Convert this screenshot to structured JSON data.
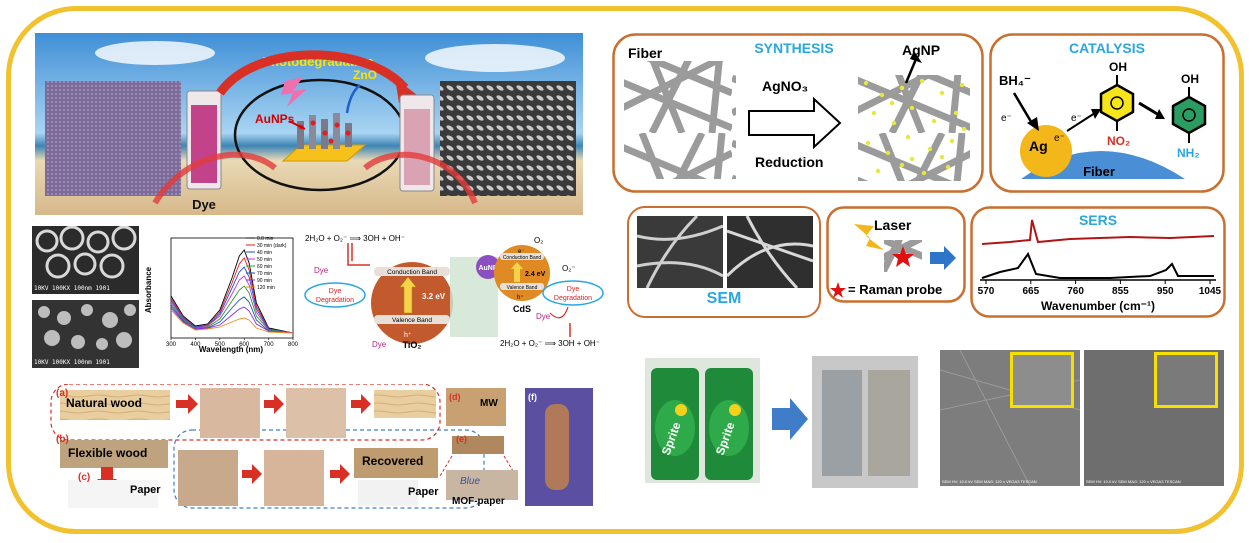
{
  "colors": {
    "frame": "#f2c12e",
    "panel_border": "#c96f2f",
    "title_blue": "#2aa7df",
    "arrow_red": "#d93025",
    "arrow_blue": "#2e74c9",
    "gold": "#f4b719",
    "fiber_blue": "#4a8fd6"
  },
  "photodeg": {
    "title": "Photodegradation",
    "zno": "ZnO",
    "aunps": "AuNPs",
    "dye": "Dye"
  },
  "sem_small": {
    "top_caption": "10KV  100KX  100nm 1901",
    "bottom_caption": "10KV  100KX  100nm 1901"
  },
  "chart_data": {
    "type": "line",
    "xlabel": "Wavelength (nm)",
    "ylabel": "Absorbance",
    "xlim": [
      300,
      800
    ],
    "xticks": [
      300,
      400,
      500,
      600,
      700,
      800
    ],
    "series": [
      {
        "name": "0.0 min",
        "color": "#000000",
        "x": [
          300,
          350,
          400,
          450,
          500,
          550,
          580,
          600,
          620,
          650,
          700,
          800
        ],
        "y": [
          0.42,
          0.22,
          0.12,
          0.14,
          0.28,
          0.6,
          0.82,
          0.88,
          0.75,
          0.35,
          0.1,
          0.05
        ]
      },
      {
        "name": "30 min (dark)",
        "color": "#e0201b",
        "x": [
          300,
          350,
          400,
          450,
          500,
          550,
          580,
          600,
          620,
          650,
          700,
          800
        ],
        "y": [
          0.4,
          0.21,
          0.11,
          0.13,
          0.26,
          0.55,
          0.74,
          0.8,
          0.68,
          0.32,
          0.09,
          0.05
        ]
      },
      {
        "name": "40 min",
        "color": "#1f4fd6",
        "x": [
          300,
          350,
          400,
          450,
          500,
          550,
          580,
          600,
          620,
          650,
          700,
          800
        ],
        "y": [
          0.38,
          0.2,
          0.11,
          0.12,
          0.24,
          0.5,
          0.66,
          0.71,
          0.61,
          0.29,
          0.09,
          0.05
        ]
      },
      {
        "name": "50 min",
        "color": "#c13bd1",
        "x": [
          300,
          350,
          400,
          450,
          500,
          550,
          580,
          600,
          620,
          650,
          700,
          800
        ],
        "y": [
          0.36,
          0.19,
          0.1,
          0.12,
          0.22,
          0.44,
          0.58,
          0.62,
          0.53,
          0.26,
          0.08,
          0.05
        ]
      },
      {
        "name": "60 min",
        "color": "#2e9c2e",
        "x": [
          300,
          350,
          400,
          450,
          500,
          550,
          580,
          600,
          620,
          650,
          700,
          800
        ],
        "y": [
          0.34,
          0.18,
          0.1,
          0.11,
          0.19,
          0.37,
          0.48,
          0.52,
          0.45,
          0.22,
          0.08,
          0.05
        ]
      },
      {
        "name": "70 min",
        "color": "#2255aa",
        "x": [
          300,
          350,
          400,
          450,
          500,
          550,
          580,
          600,
          620,
          650,
          700,
          800
        ],
        "y": [
          0.32,
          0.17,
          0.09,
          0.1,
          0.16,
          0.3,
          0.38,
          0.41,
          0.36,
          0.18,
          0.07,
          0.05
        ]
      },
      {
        "name": "90 min",
        "color": "#8a2be2",
        "x": [
          300,
          350,
          400,
          450,
          500,
          550,
          580,
          600,
          620,
          650,
          700,
          800
        ],
        "y": [
          0.3,
          0.16,
          0.09,
          0.1,
          0.13,
          0.23,
          0.29,
          0.31,
          0.27,
          0.14,
          0.07,
          0.05
        ]
      },
      {
        "name": "120 min",
        "color": "#f08a1c",
        "x": [
          300,
          350,
          400,
          450,
          500,
          550,
          580,
          600,
          620,
          650,
          700,
          800
        ],
        "y": [
          0.28,
          0.15,
          0.08,
          0.09,
          0.11,
          0.16,
          0.19,
          0.2,
          0.18,
          0.1,
          0.06,
          0.05
        ]
      }
    ]
  },
  "band": {
    "top_eq": "2H₂O + O₂⁻ ⟹ 3OH + OH⁻",
    "bottom_eq": "2H₂O + O₂⁻ ⟹ 3OH + OH⁻",
    "o2": "O₂",
    "o2_radical": "O₂⁻",
    "dye": "Dye",
    "dye_degradation": "Dye\nDegradation",
    "conduction_band": "Conduction Band",
    "valence_band": "Valence Band",
    "gap_tio2": "3.2 eV",
    "gap_cds": "2.4 eV",
    "tio2": "TiO₂",
    "cds": "CdS",
    "aunp": "AuNP",
    "electron": "e⁻",
    "hole": "h⁺"
  },
  "wood": {
    "a": "(a)",
    "b": "(b)",
    "c": "(c)",
    "d": "(d)",
    "e": "(e)",
    "f": "(f)",
    "natural": "Natural wood",
    "flexible": "Flexible wood",
    "recovered": "Recovered",
    "paper": "Paper",
    "paper2": "Paper",
    "mw": "MW",
    "mof_paper": "MOF-paper",
    "handwriting": "Blue"
  },
  "synthesis": {
    "fiber": "Fiber",
    "title": "SYNTHESIS",
    "agno3": "AgNO₃",
    "reduction": "Reduction",
    "agnp": "AgNP"
  },
  "catalysis": {
    "title": "CATALYSIS",
    "bh4": "BH₄⁻",
    "e1": "e⁻",
    "e2": "e⁻",
    "ag": "Ag",
    "ag_e": "e⁻",
    "oh1": "OH",
    "no2": "NO₂",
    "oh2": "OH",
    "nh2": "NH₂",
    "fiber": "Fiber"
  },
  "sem_panel": {
    "label": "SEM"
  },
  "laser_panel": {
    "laser": "Laser",
    "raman": "= Raman probe"
  },
  "sers": {
    "title": "SERS",
    "xlabel": "Wavenumber (cm⁻¹)",
    "ticks": [
      "570",
      "665",
      "760",
      "855",
      "950",
      "1045"
    ]
  },
  "cans": {
    "brand": "Sprite"
  },
  "sem_bottom": {
    "cap1": "SEM HV: 10.0 kV   SEM MAG: 120 x   VEGA3 TESCAN",
    "cap2": "SEM HV: 10.0 kV   SEM MAG: 120 x   VEGA3 TESCAN"
  }
}
